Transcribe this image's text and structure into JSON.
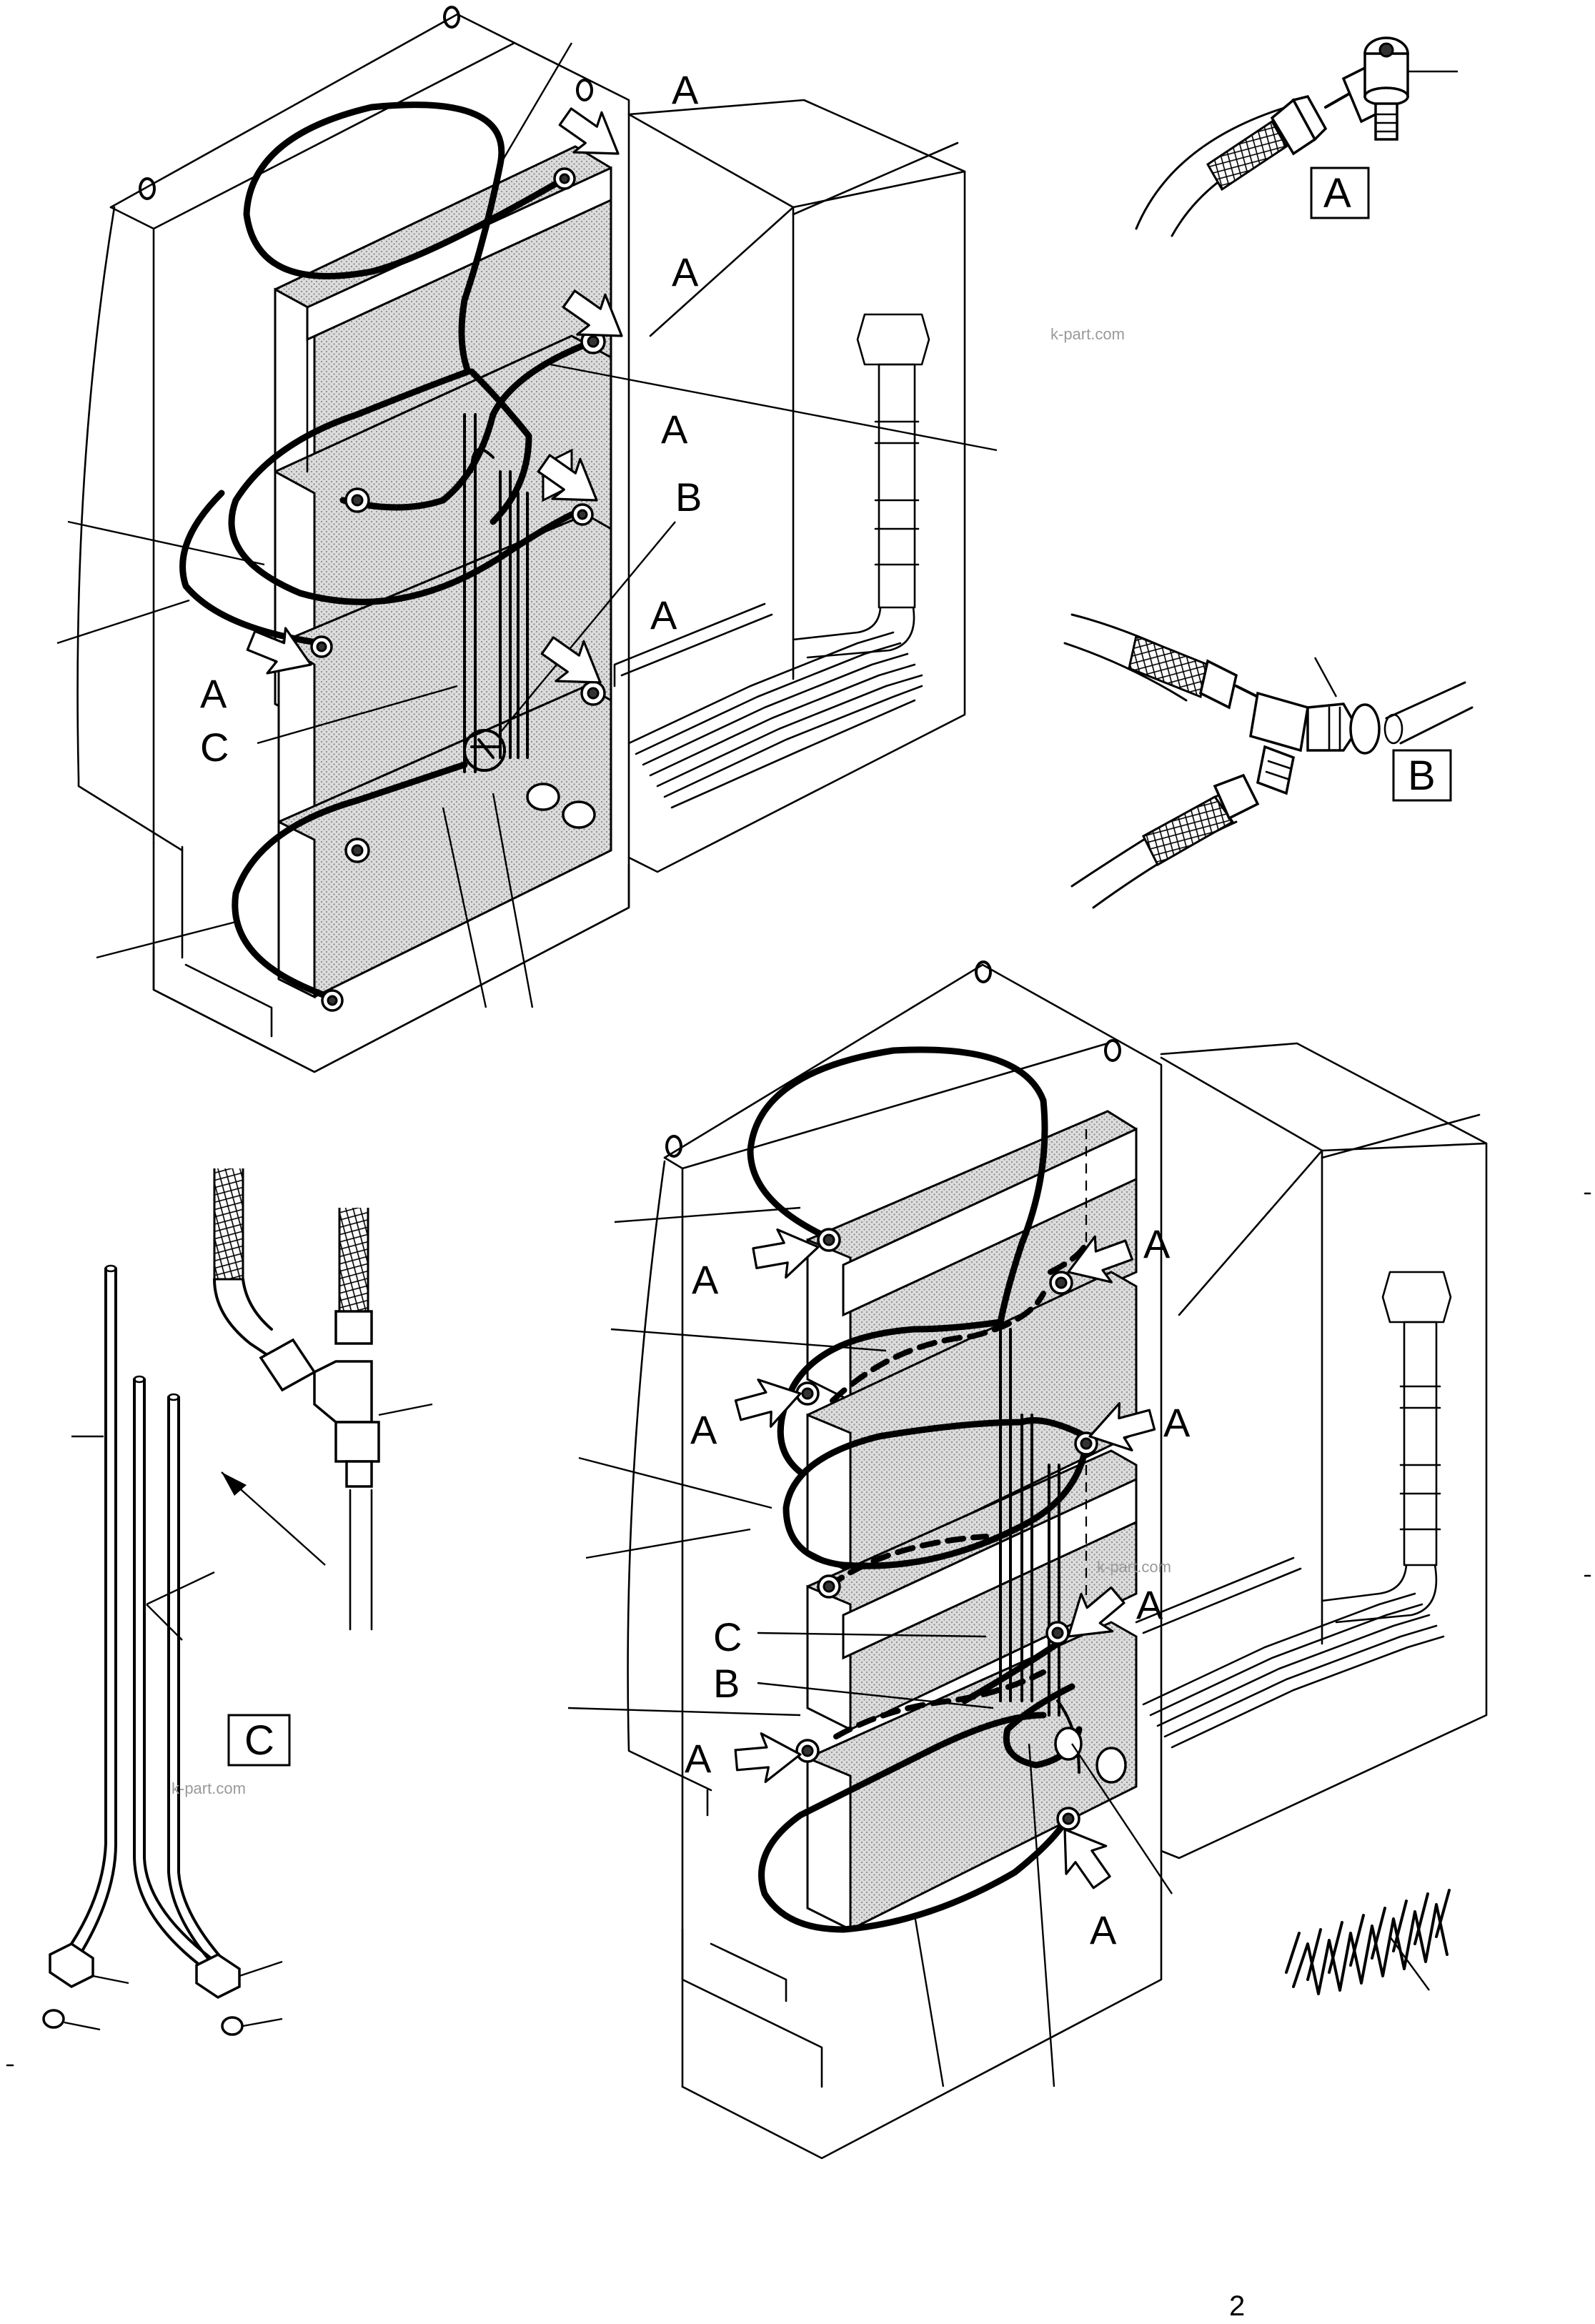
{
  "labels": {
    "a": "A",
    "b": "B",
    "c": "C"
  },
  "detail_boxes": {
    "a": "A",
    "b": "B",
    "c": "C"
  },
  "watermarks": [
    "k-part.com",
    "k-part.com",
    "k-part.com"
  ],
  "page_number": "2",
  "colors": {
    "line": "#000000",
    "background": "#ffffff",
    "panel_fill": "#d8d8d8",
    "watermark": "#9a9a9a"
  }
}
